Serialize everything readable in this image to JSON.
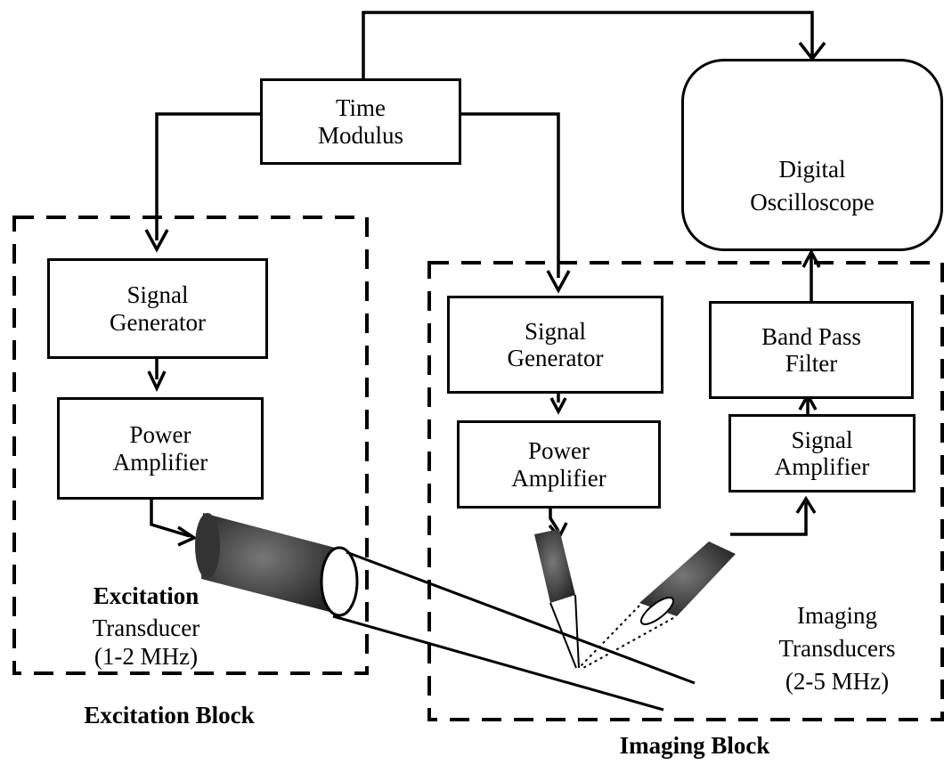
{
  "time_modulus": {
    "line1": "Time",
    "line2": "Modulus"
  },
  "oscilloscope": {
    "line1": "Digital",
    "line2": "Oscilloscope"
  },
  "excitation_block": {
    "title": "Excitation Block",
    "signal_generator": {
      "line1": "Signal",
      "line2": "Generator"
    },
    "power_amplifier": {
      "line1": "Power",
      "line2": "Amplifier"
    },
    "transducer": {
      "line1": "Excitation",
      "line2": "Transducer",
      "line3": "(1-2 MHz)"
    }
  },
  "imaging_block": {
    "title": "Imaging Block",
    "signal_generator": {
      "line1": "Signal",
      "line2": "Generator"
    },
    "power_amplifier": {
      "line1": "Power",
      "line2": "Amplifier"
    },
    "band_pass_filter": {
      "line1": "Band Pass",
      "line2": "Filter"
    },
    "signal_amplifier": {
      "line1": "Signal",
      "line2": "Amplifier"
    },
    "transducers": {
      "line1": "Imaging",
      "line2": "Transducers",
      "line3": "(2-5 MHz)"
    }
  }
}
